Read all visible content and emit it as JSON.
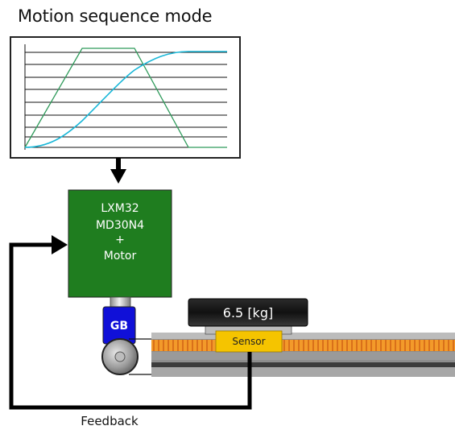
{
  "title": "Motion sequence mode",
  "controller": {
    "lines": [
      "LXM32",
      "MD30N4",
      "+",
      "Motor"
    ]
  },
  "gearbox_label": "GB",
  "load_label": "6.5 [kg]",
  "sensor_label": "Sensor",
  "feedback_label": "Feedback",
  "colors": {
    "controller": "#1f7d1f",
    "gearbox": "#1010d8",
    "velocity": "#2e9a5a",
    "position": "#19b7d8",
    "sensor": "#f5c400",
    "belt": "#f28c1e"
  }
}
